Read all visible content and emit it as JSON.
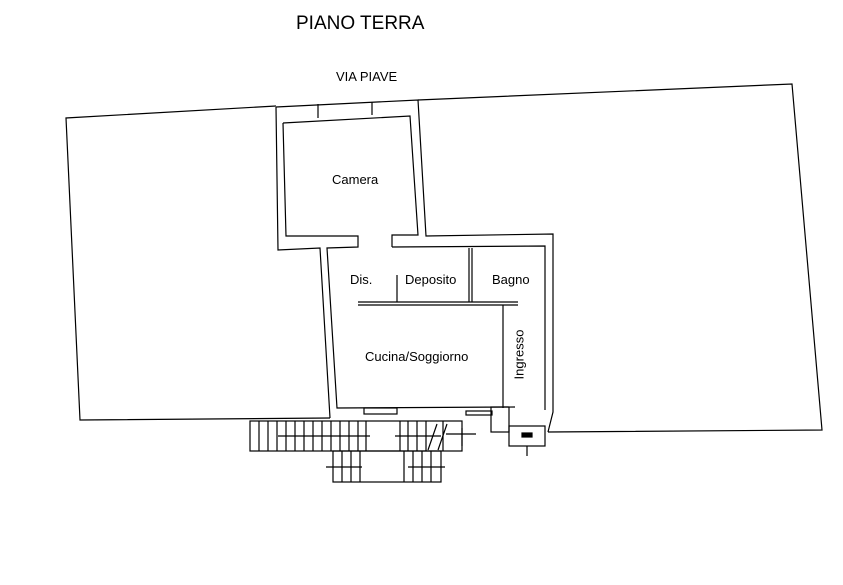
{
  "title": "PIANO TERRA",
  "street": "VIA PIAVE",
  "rooms": {
    "camera": "Camera",
    "dis": "Dis.",
    "deposito": "Deposito",
    "bagno": "Bagno",
    "cucina": "Cucina/Soggiorno",
    "ingresso": "Ingresso"
  }
}
